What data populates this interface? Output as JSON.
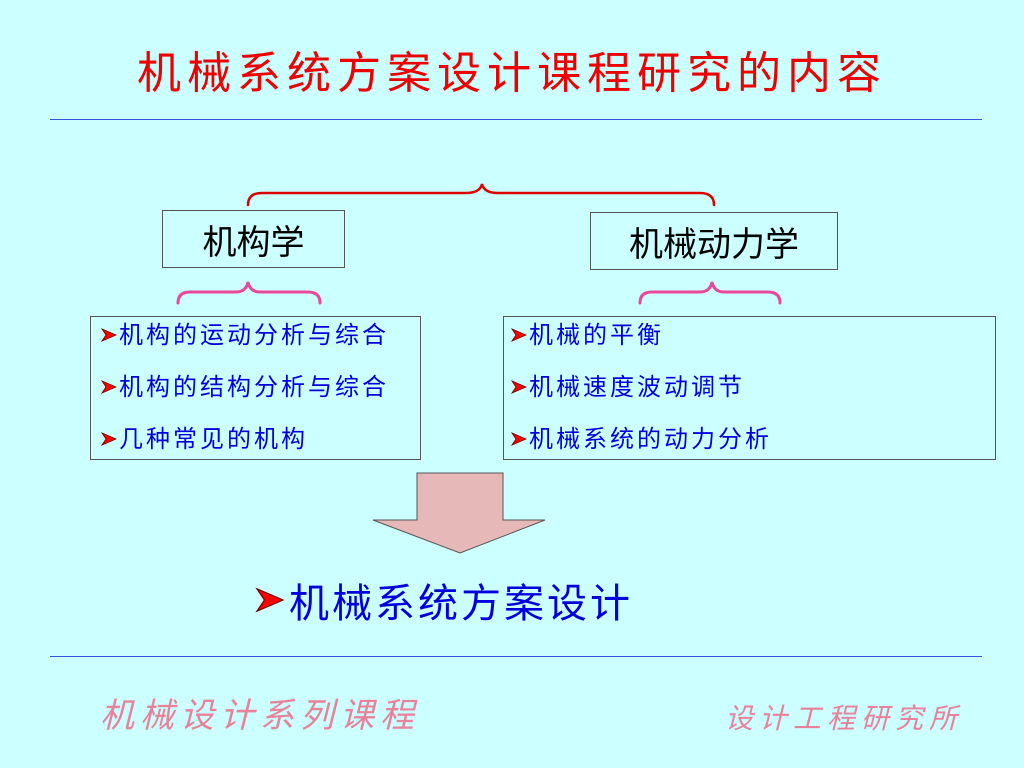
{
  "slide": {
    "title": "机械系统方案设计课程研究的内容",
    "branches": [
      {
        "heading": "机构学",
        "items": [
          "机构的运动分析与综合",
          "机构的结构分析与综合",
          "几种常见的机构"
        ]
      },
      {
        "heading": "机械动力学",
        "items": [
          "机械的平衡",
          "机械速度波动调节",
          "机械系统的动力分析"
        ]
      }
    ],
    "conclusion": "机械系统方案设计",
    "footer": {
      "left": "机械设计系列课程",
      "right": "设计工程研究所"
    }
  },
  "icons": {
    "bullet": "arrowhead-bullet-icon",
    "connector_top": "curly-brace-icon",
    "connector_sub": "curly-brace-icon",
    "flow": "down-arrow-icon"
  },
  "colors": {
    "background": "#ccffff",
    "title": "#ee0000",
    "text_blue": "#0000dd",
    "rule": "#3355dd",
    "brace_top": "#dd0000",
    "brace_sub": "#e8479a",
    "arrow_fill": "#e6b9b8",
    "bullet": "#ff0000",
    "footer": "#e8829a"
  }
}
